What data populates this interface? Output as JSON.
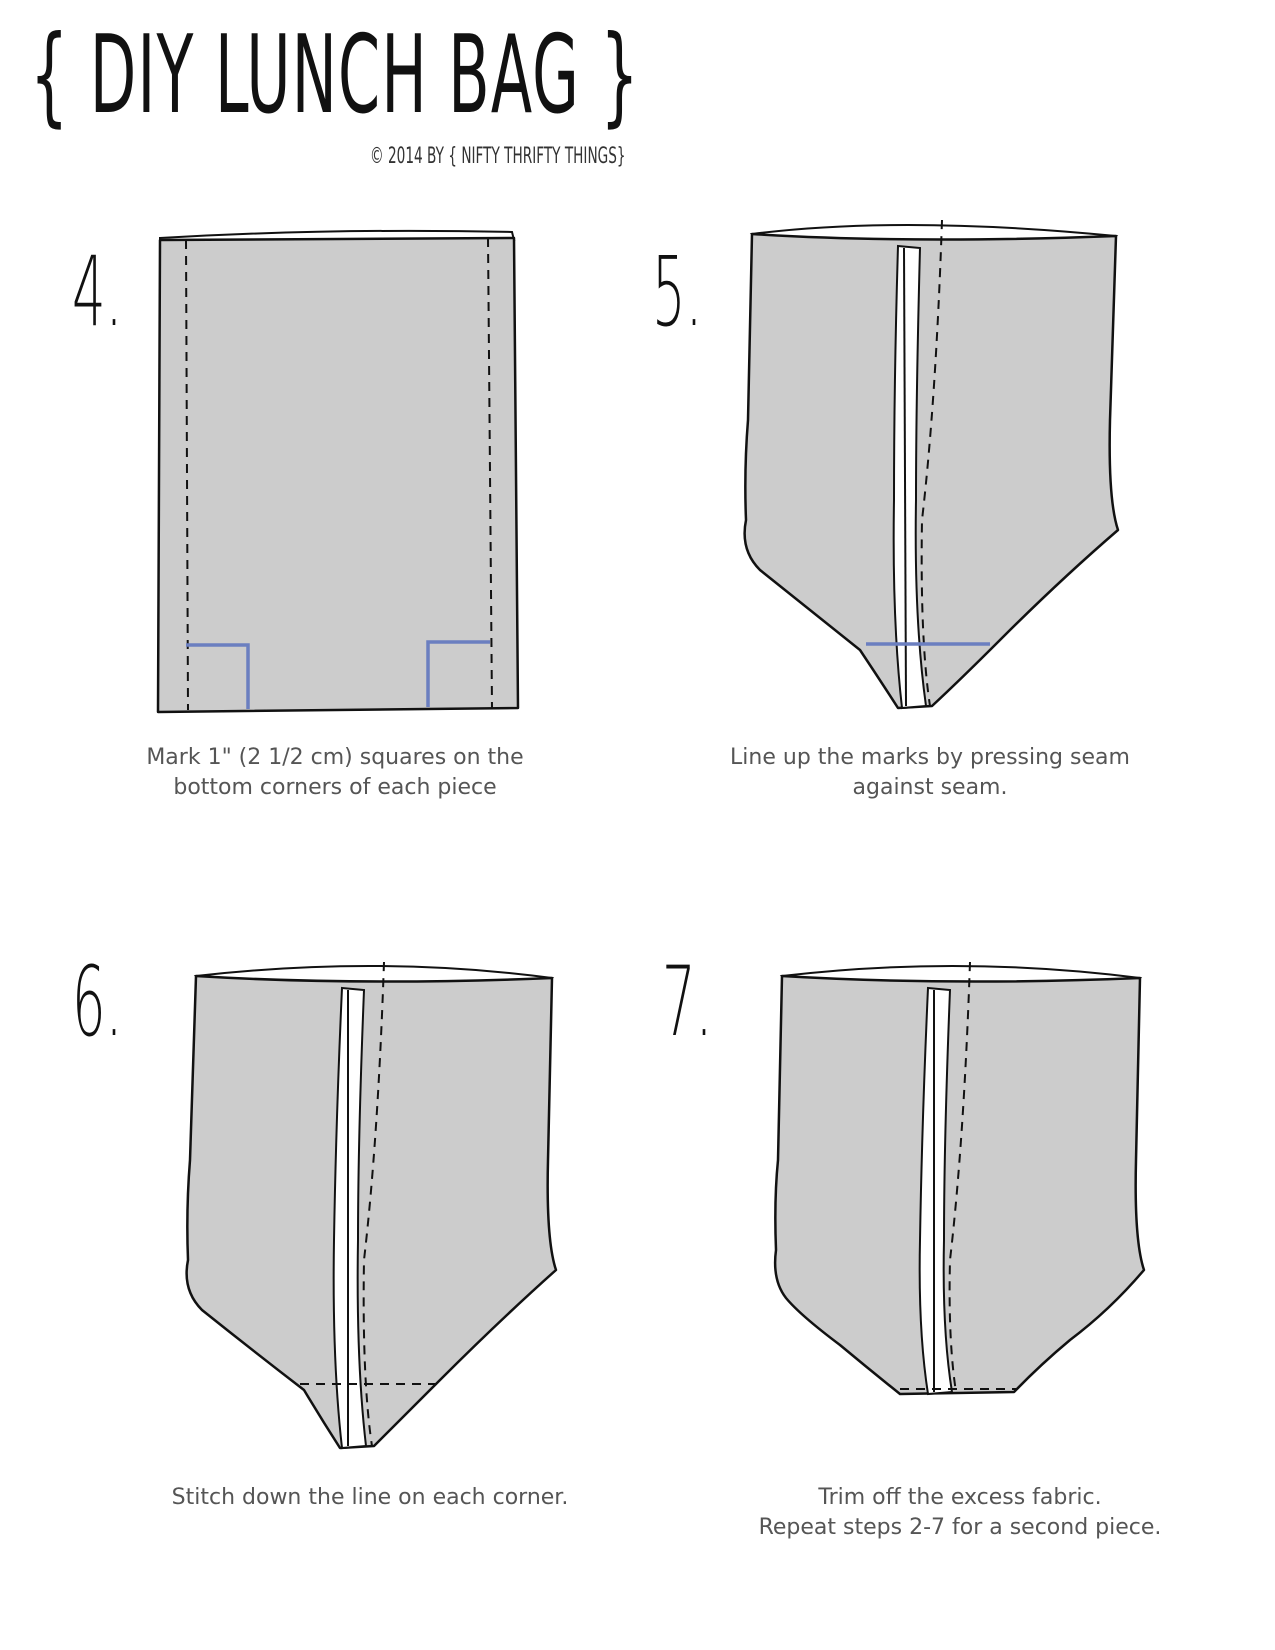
{
  "header": {
    "title": "{ DIY LUNCH BAG }",
    "copyright": "© 2014 BY { NIFTY THRIFTY THINGS}"
  },
  "steps": [
    {
      "number": "4.",
      "caption_lines": [
        "Mark 1\" (2 1/2 cm) squares on the",
        "bottom corners of each piece"
      ]
    },
    {
      "number": "5.",
      "caption_lines": [
        "Line up the marks by pressing seam",
        "against seam."
      ]
    },
    {
      "number": "6.",
      "caption_lines": [
        "Stitch down the line on each corner."
      ]
    },
    {
      "number": "7.",
      "caption_lines": [
        "Trim off the excess fabric.",
        "Repeat steps 2-7 for a second piece."
      ]
    }
  ],
  "colors": {
    "fabric": "#cccccc",
    "outline": "#111111",
    "mark_line": "#6b7fc0"
  }
}
